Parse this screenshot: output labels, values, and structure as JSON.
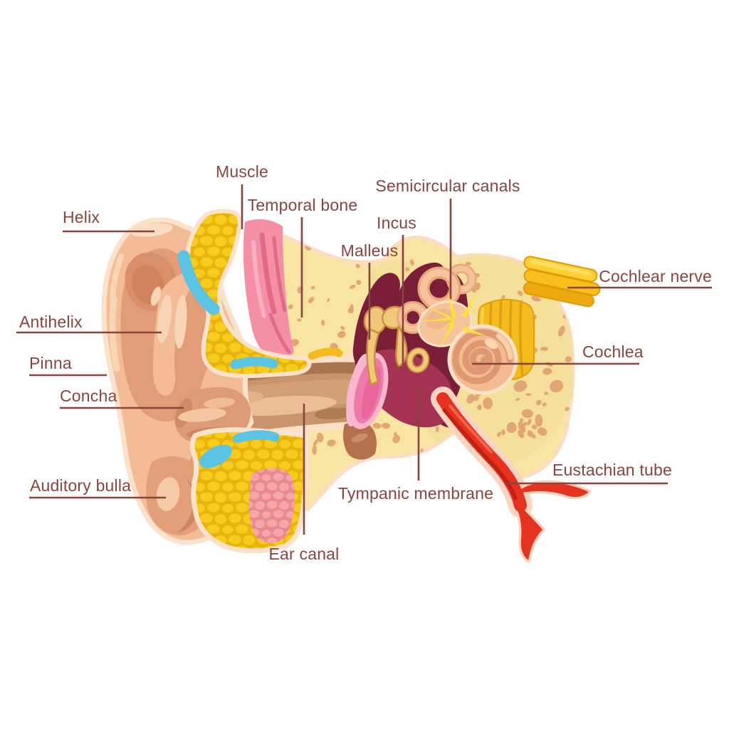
{
  "figure": {
    "type": "anatomical-diagram",
    "subject": "Human ear anatomy cross-section"
  },
  "labels": {
    "helix": "Helix",
    "antihelix": "Antihelix",
    "pinna": "Pinna",
    "concha": "Concha",
    "auditory_bulla": "Auditory bulla",
    "muscle": "Muscle",
    "temporal_bone": "Temporal bone",
    "malleus": "Malleus",
    "incus": "Incus",
    "semicircular_canals": "Semicircular canals",
    "cochlear_nerve": "Cochlear nerve",
    "cochlea": "Cochlea",
    "eustachian_tube": "Eustachian tube",
    "tympanic_membrane": "Tympanic membrane",
    "ear_canal": "Ear canal"
  },
  "colors": {
    "background": "#FFFFFF",
    "label_text": "#8A443F",
    "leader_line": "#8A443F",
    "skin": "#F3BC97",
    "skin_shadow": "#E29D78",
    "skin_outline": "#FBE2CA",
    "cartilage_gold": "#F7CC1C",
    "cartilage_blue": "#5BC4E4",
    "muscle_pink": "#F48FA6",
    "temporal_bone_fill": "#F9E5A3",
    "bone_spots": "#DFA173",
    "middle_ear_cavity": "#7A1F37",
    "tympanic_membrane_pink": "#EE79AB",
    "ossicle_gold": "#EFC979",
    "cochlea_peach": "#F4BB90",
    "cochlear_nerve_yellow": "#F7BE1E",
    "eustachian_red": "#E6331F"
  }
}
